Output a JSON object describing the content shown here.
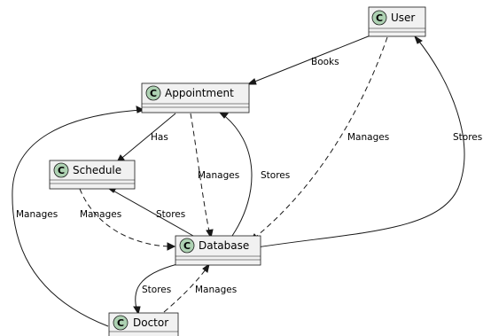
{
  "classes": {
    "user": {
      "stereotype": "C",
      "name": "User"
    },
    "appointment": {
      "stereotype": "C",
      "name": "Appointment"
    },
    "schedule": {
      "stereotype": "C",
      "name": "Schedule"
    },
    "database": {
      "stereotype": "C",
      "name": "Database"
    },
    "doctor": {
      "stereotype": "C",
      "name": "Doctor"
    }
  },
  "relations": {
    "user_books_appointment": "Books",
    "user_manages_database": "Manages",
    "database_stores_user": "Stores",
    "appointment_has_schedule": "Has",
    "appointment_manages_database": "Manages",
    "database_stores_appointment": "Stores",
    "database_stores_schedule": "Stores",
    "schedule_manages_database": "Manages",
    "doctor_manages_appointment": "Manages",
    "database_stores_doctor": "Stores",
    "doctor_manages_database": "Manages"
  }
}
